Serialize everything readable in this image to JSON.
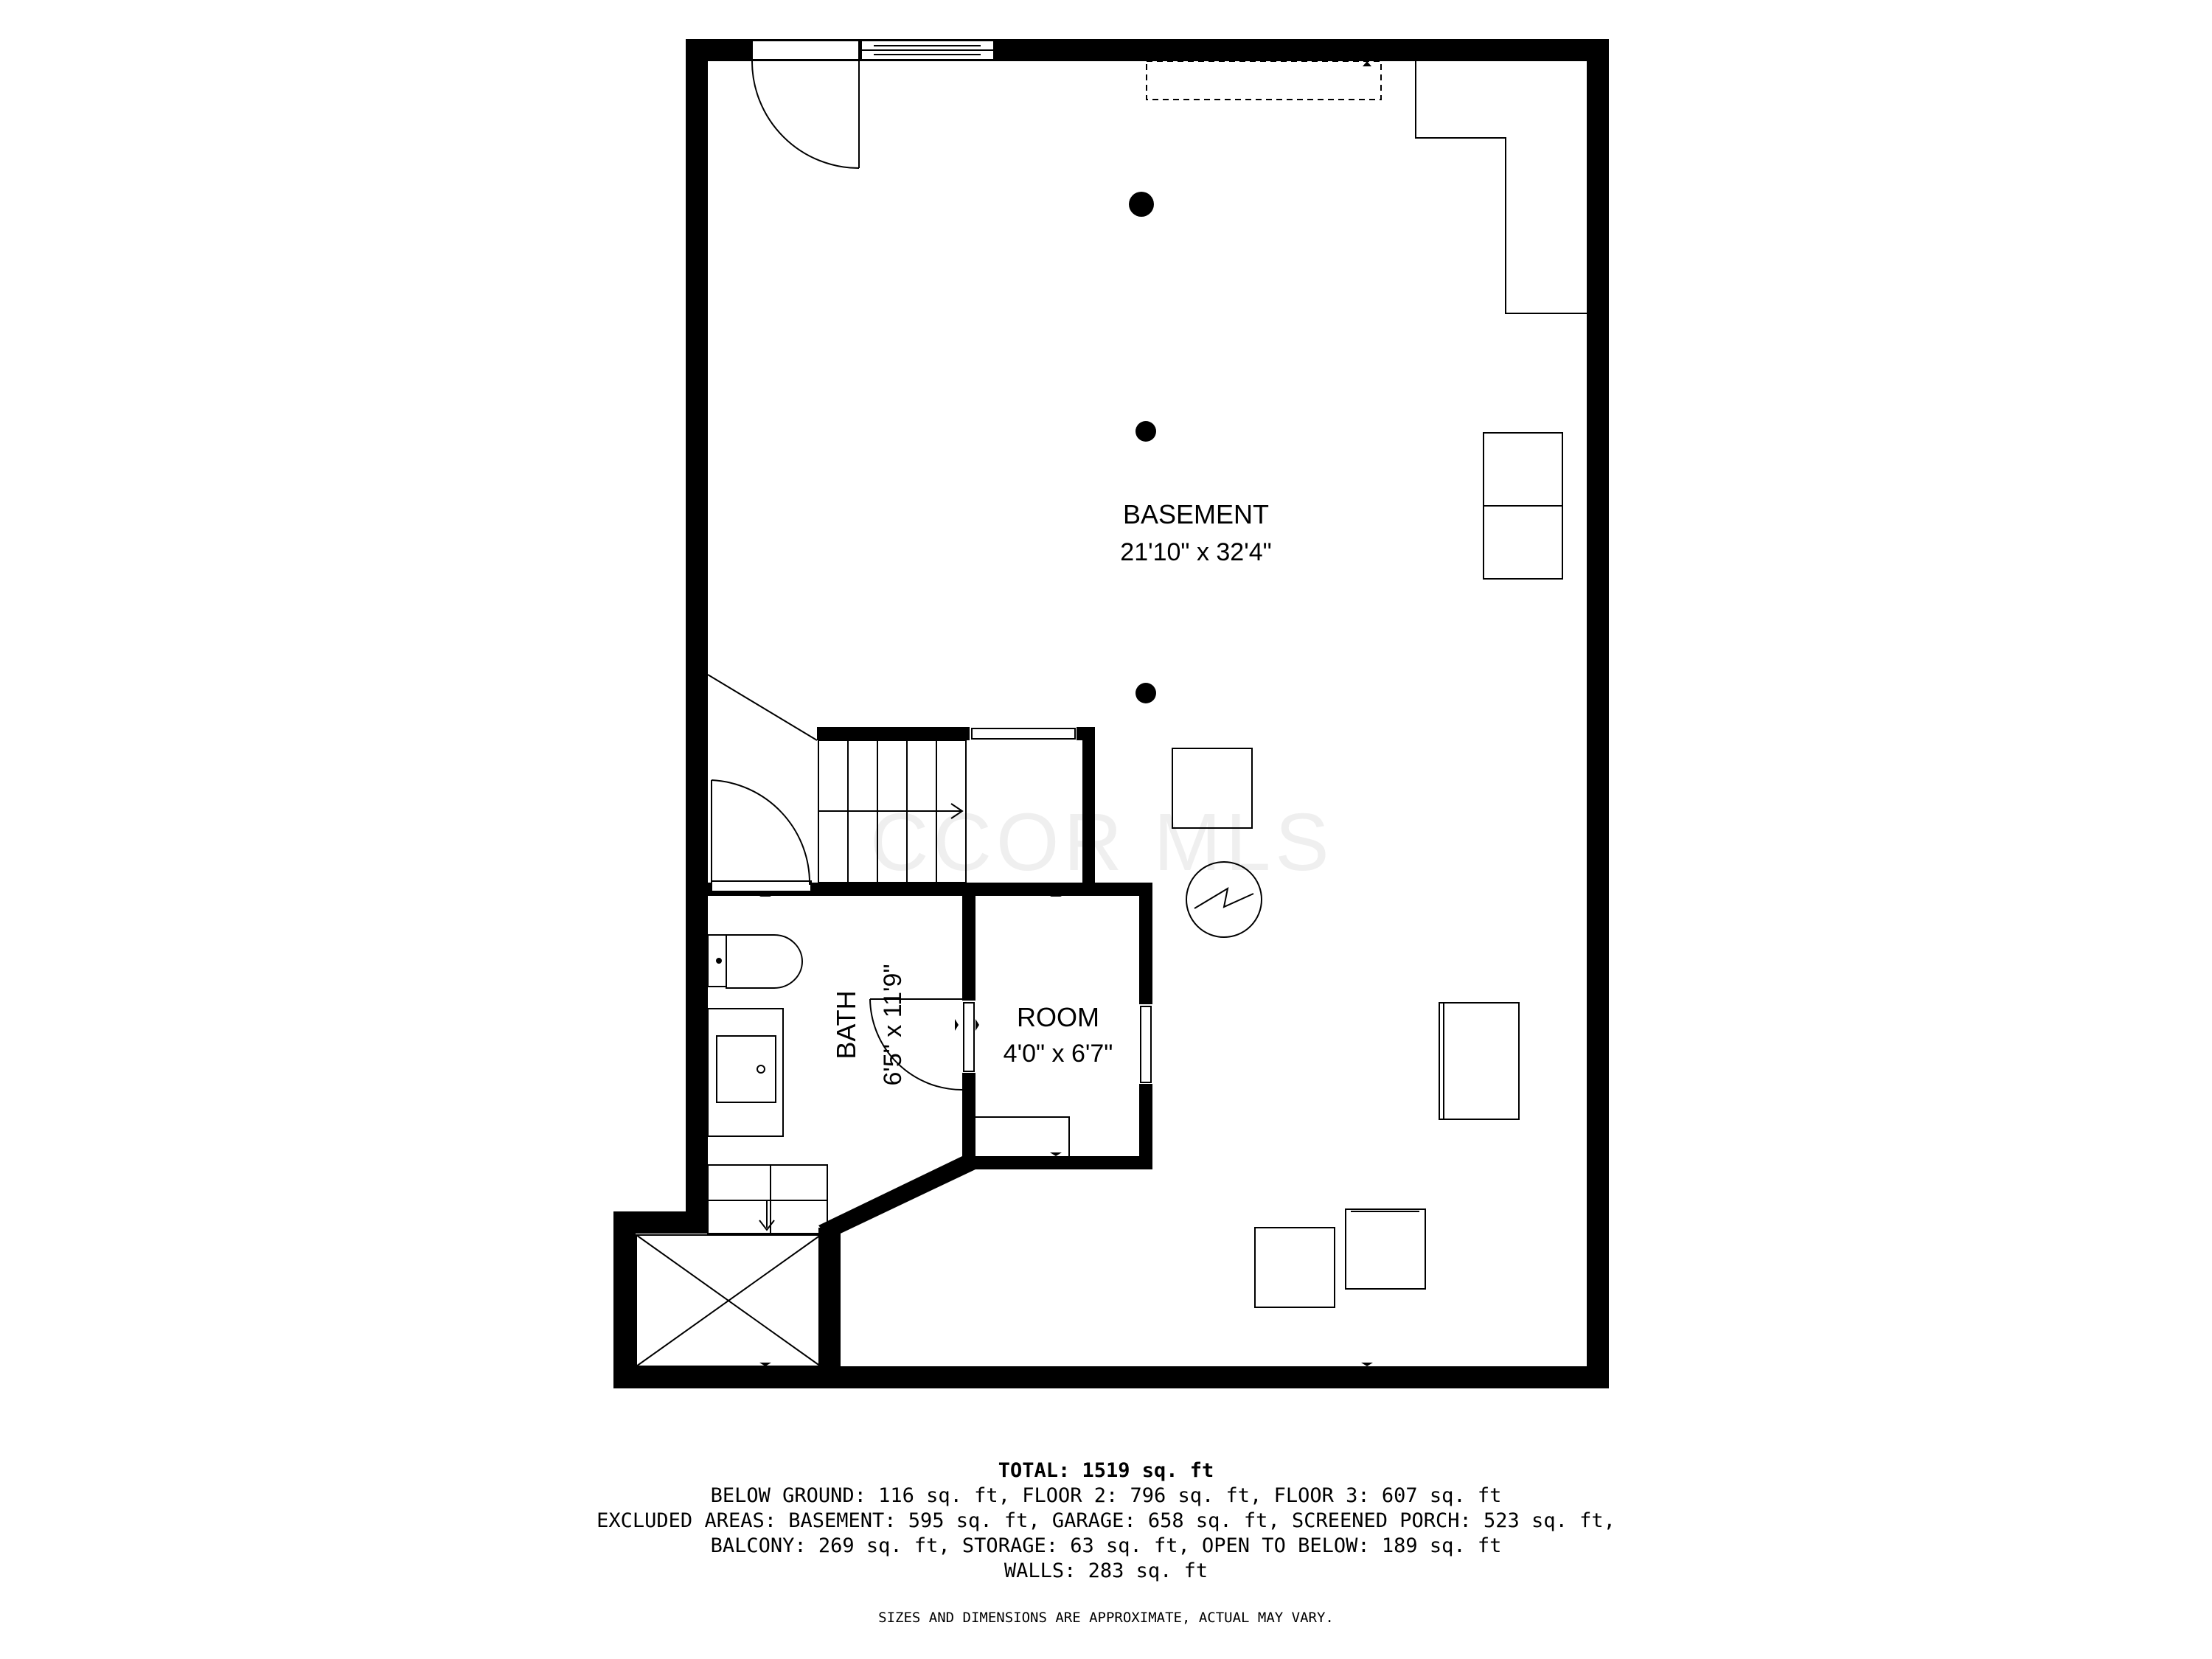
{
  "rooms": {
    "basement": {
      "name": "BASEMENT",
      "dims": "21'10\" x 32'4\""
    },
    "bath": {
      "name": "BATH",
      "dims": "6'5\" x 11'9\""
    },
    "room": {
      "name": "ROOM",
      "dims": "4'0\" x 6'7\""
    }
  },
  "watermark": "CCOR MLS",
  "summary": {
    "total": "TOTAL: 1519 sq. ft",
    "line1": "BELOW GROUND: 116 sq. ft, FLOOR 2: 796 sq. ft, FLOOR 3: 607 sq. ft",
    "line2": "EXCLUDED AREAS: BASEMENT: 595 sq. ft, GARAGE: 658 sq. ft, SCREENED PORCH: 523 sq. ft,",
    "line3": "BALCONY: 269 sq. ft, STORAGE: 63 sq. ft, OPEN TO BELOW: 189 sq. ft",
    "line4": "WALLS: 283 sq. ft"
  },
  "disclaimer": "SIZES AND DIMENSIONS ARE APPROXIMATE, ACTUAL MAY VARY."
}
